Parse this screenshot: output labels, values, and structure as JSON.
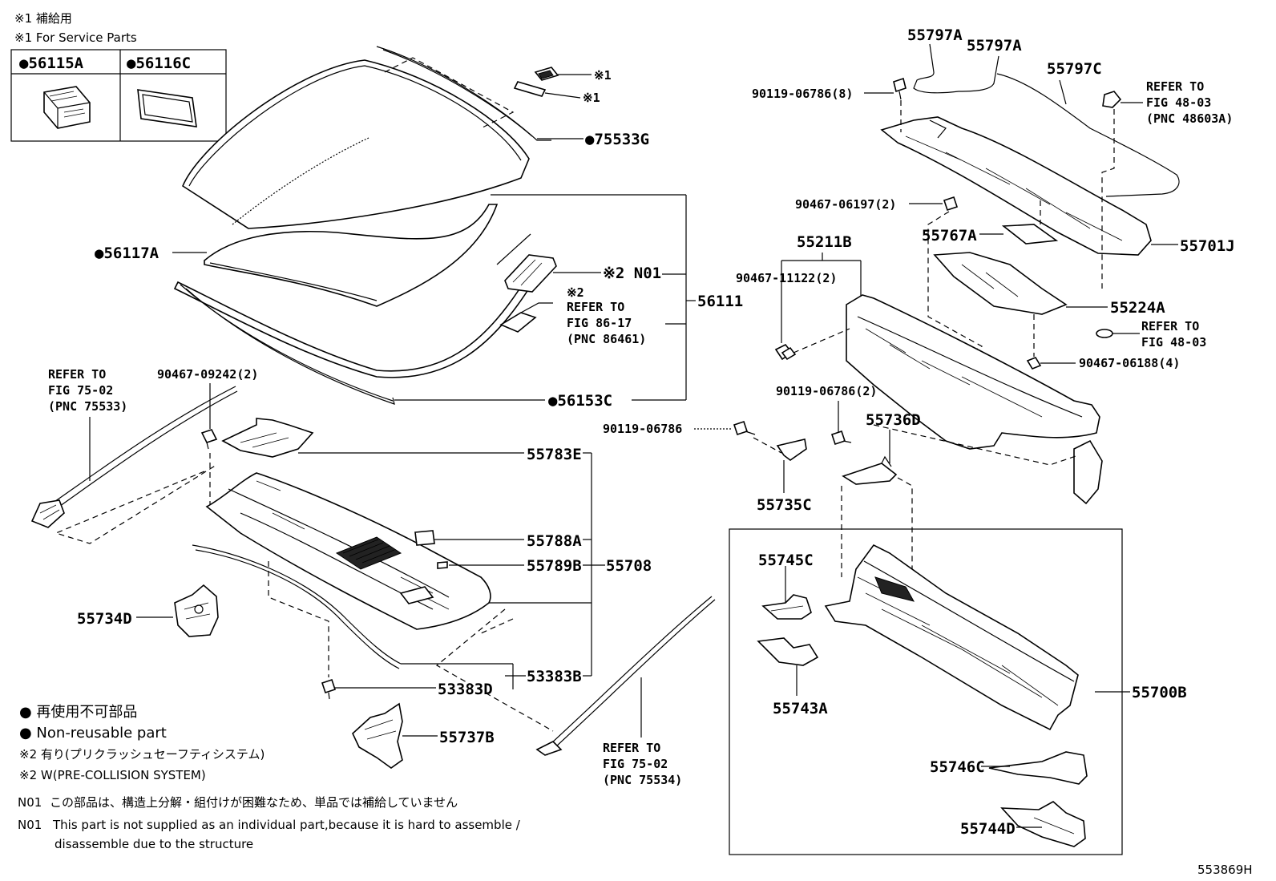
{
  "service_note": {
    "jp": "※1 補給用",
    "en": "※1 For Service Parts"
  },
  "service_parts": [
    {
      "bullet": "●",
      "label": "56115A"
    },
    {
      "bullet": "●",
      "label": "56116C"
    }
  ],
  "markers": {
    "star1": "※1",
    "star2": "※2"
  },
  "labels": {
    "p75533G": "●75533G",
    "p56117A": "●56117A",
    "p56153C": "●56153C",
    "n01": "※2 N01",
    "p56111": "56111",
    "refer86_star": "※2",
    "refer86_1": "REFER TO",
    "refer86_2": "FIG 86-17",
    "refer86_3": "(PNC 86461)",
    "refer7502a_1": "REFER TO",
    "refer7502a_2": "FIG 75-02",
    "refer7502a_3": "(PNC 75533)",
    "b90467_09242": "90467-09242(2)",
    "p55783E": "55783E",
    "p55788A": "55788A",
    "p55789B": "55789B",
    "p55708": "55708",
    "p55734D": "55734D",
    "p53383D": "53383D",
    "p53383B": "53383B",
    "p55737B": "55737B",
    "refer7502b_1": "REFER TO",
    "refer7502b_2": "FIG 75-02",
    "refer7502b_3": "(PNC 75534)",
    "p55797A_1": "55797A",
    "p55797A_2": "55797A",
    "p55797C": "55797C",
    "b90119_06786_8": "90119-06786(8)",
    "refer4803a_1": "REFER TO",
    "refer4803a_2": "FIG 48-03",
    "refer4803a_3": "(PNC 48603A)",
    "b90467_06197": "90467-06197(2)",
    "p55767A": "55767A",
    "p55701J": "55701J",
    "p55211B": "55211B",
    "b90467_11122": "90467-11122(2)",
    "p55224A": "55224A",
    "refer4803b_1": "REFER TO",
    "refer4803b_2": "FIG 48-03",
    "b90467_06188": "90467-06188(4)",
    "b90119_06786_2": "90119-06786(2)",
    "b90119_06786": "90119-06786",
    "p55736D": "55736D",
    "p55735C": "55735C",
    "p55745C": "55745C",
    "p55743A": "55743A",
    "p55700B": "55700B",
    "p55746C": "55746C",
    "p55744D": "55744D",
    "diagram_id": "553869H"
  },
  "legend": {
    "nonreuse_jp": "● 再使用不可部品",
    "nonreuse_en": "● Non-reusable part",
    "star2_jp": "※2 有り(プリクラッシュセーフティシステム)",
    "star2_en": "※2 W(PRE-COLLISION SYSTEM)",
    "n01_tag": "N01",
    "n01_jp": "この部品は、構造上分解・組付けが困難なため、単品では補給していません",
    "n01_en_1": "This part is not supplied as an individual part,because it is hard to assemble /",
    "n01_en_2": "disassemble due to the structure"
  }
}
